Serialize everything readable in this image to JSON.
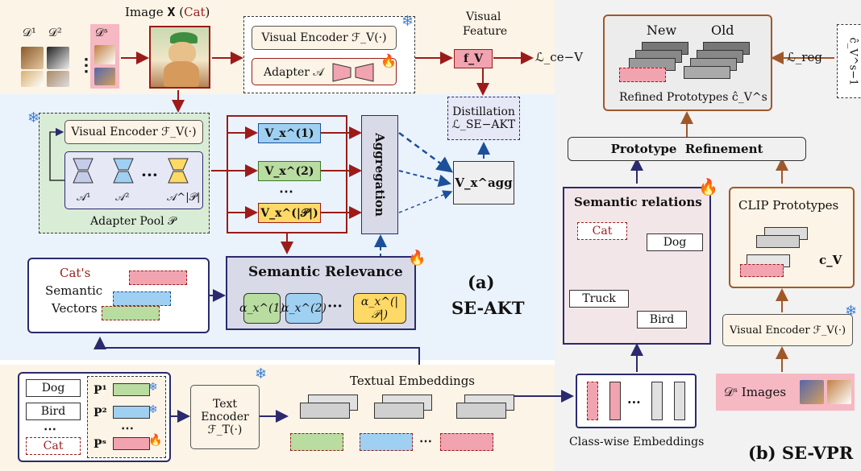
{
  "panel_a": {
    "image_label": "Image 𝐗 (",
    "image_cat": "Cat",
    "image_close": ")",
    "datasets": [
      "𝒟¹",
      "𝒟²",
      "⋮",
      "𝒟ˢ"
    ],
    "visual_encoder": "Visual Encoder ℱ_V(·)",
    "adapter": "Adapter 𝒜",
    "visual_feature_title_1": "Visual",
    "visual_feature_title_2": "Feature",
    "fv": "f_V",
    "loss_ce": "ℒ_ce−V",
    "distillation_1": "Distillation",
    "distillation_2": "ℒ_SE−AKT",
    "pool_visual_encoder": "Visual Encoder ℱ_V(·)",
    "pool_adapters": [
      "𝒜¹",
      "𝒜²",
      "𝒜^|𝒫|"
    ],
    "pool_dots": "···",
    "adapter_pool": "Adapter Pool 𝒫",
    "features": [
      "V_x^(1)",
      "V_x^(2)",
      "V_x^(|𝒫|)"
    ],
    "features_dots": "⋯",
    "aggregation": "Aggregation",
    "vagg": "V_x^agg",
    "semantic_relevance": "Semantic Relevance",
    "alphas": [
      "α_x^(1)",
      "α_x^(2)",
      "α_x^(|𝒫|)"
    ],
    "alpha_dots": "···",
    "cat_semantic_1": "Cat's",
    "cat_semantic_2": "Semantic",
    "cat_semantic_3": "Vectors",
    "tag": "(a)",
    "name": "SE-AKT"
  },
  "bottom": {
    "classes": [
      "Dog",
      "Bird",
      "⋯",
      "Cat"
    ],
    "prompts": [
      "P¹",
      "P²",
      "Pˢ"
    ],
    "prompt_dots": "⋯",
    "text_encoder_1": "Text",
    "text_encoder_2": "Encoder",
    "text_encoder_3": "ℱ_T(·)",
    "textual_embeddings": "Textual Embeddings",
    "classwise_embeddings": "Class-wise Embeddings",
    "classwise_dots": "···"
  },
  "panel_b": {
    "new": "New",
    "old": "Old",
    "refined": "Refined Prototypes ĉ_V^s",
    "loss_reg": "ℒ_reg",
    "cutoff": "ĉ_V^s−1",
    "refinement": "Prototype  Refinement",
    "semantic_relations": "Semantic relations",
    "nodes": [
      "Cat",
      "Dog",
      "Truck",
      "Bird"
    ],
    "clip_prototypes": "CLIP Prototypes",
    "cv": "c_V",
    "visual_encoder": "Visual Encoder ℱ_V(·)",
    "ds_images": "𝒟ˢ Images",
    "name": "(b) SE-VPR"
  },
  "colors": {
    "dark_red": "#9b1b1b",
    "navy": "#2b2a6e",
    "brown": "#a0582a",
    "fire": "#e2452b",
    "snow": "#3f7fd8",
    "blue_dash": "#1d4f9a",
    "pink": "#f2a3b0",
    "blue_fill": "#9fd0f2",
    "green_fill": "#b9dca0",
    "yellow_fill": "#ffd966",
    "panel_a_bg": "#eaf3fb",
    "top_bg": "#fcf4e6"
  },
  "icons": [
    "snowflake-icon",
    "fire-icon",
    "cat-image",
    "dataset-thumbnails"
  ]
}
